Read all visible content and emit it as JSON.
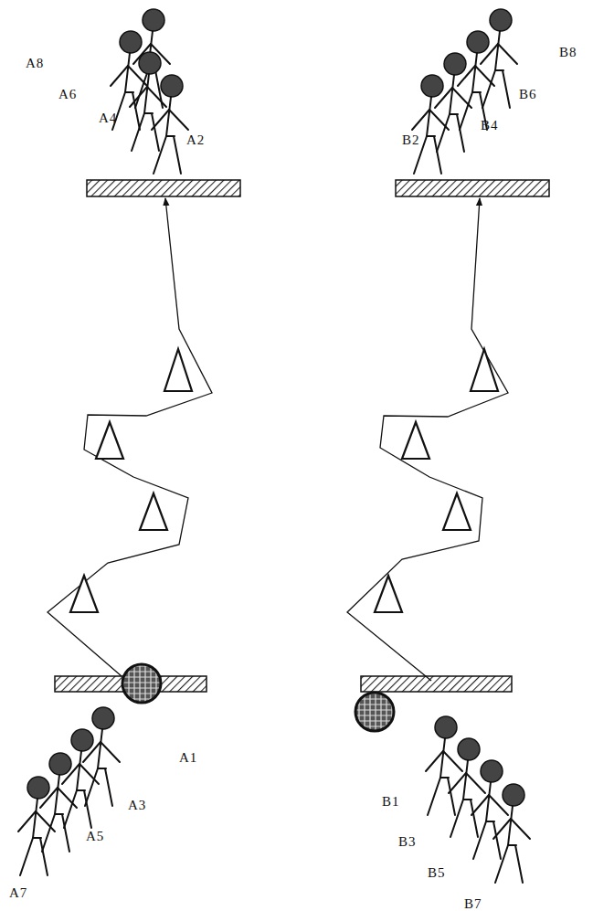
{
  "diagram": {
    "labels": [
      "A8",
      "A6",
      "A4",
      "A2",
      "B2",
      "B4",
      "B6",
      "B8",
      "A1",
      "A3",
      "A5",
      "A7",
      "B1",
      "B3",
      "B5",
      "B7"
    ]
  }
}
